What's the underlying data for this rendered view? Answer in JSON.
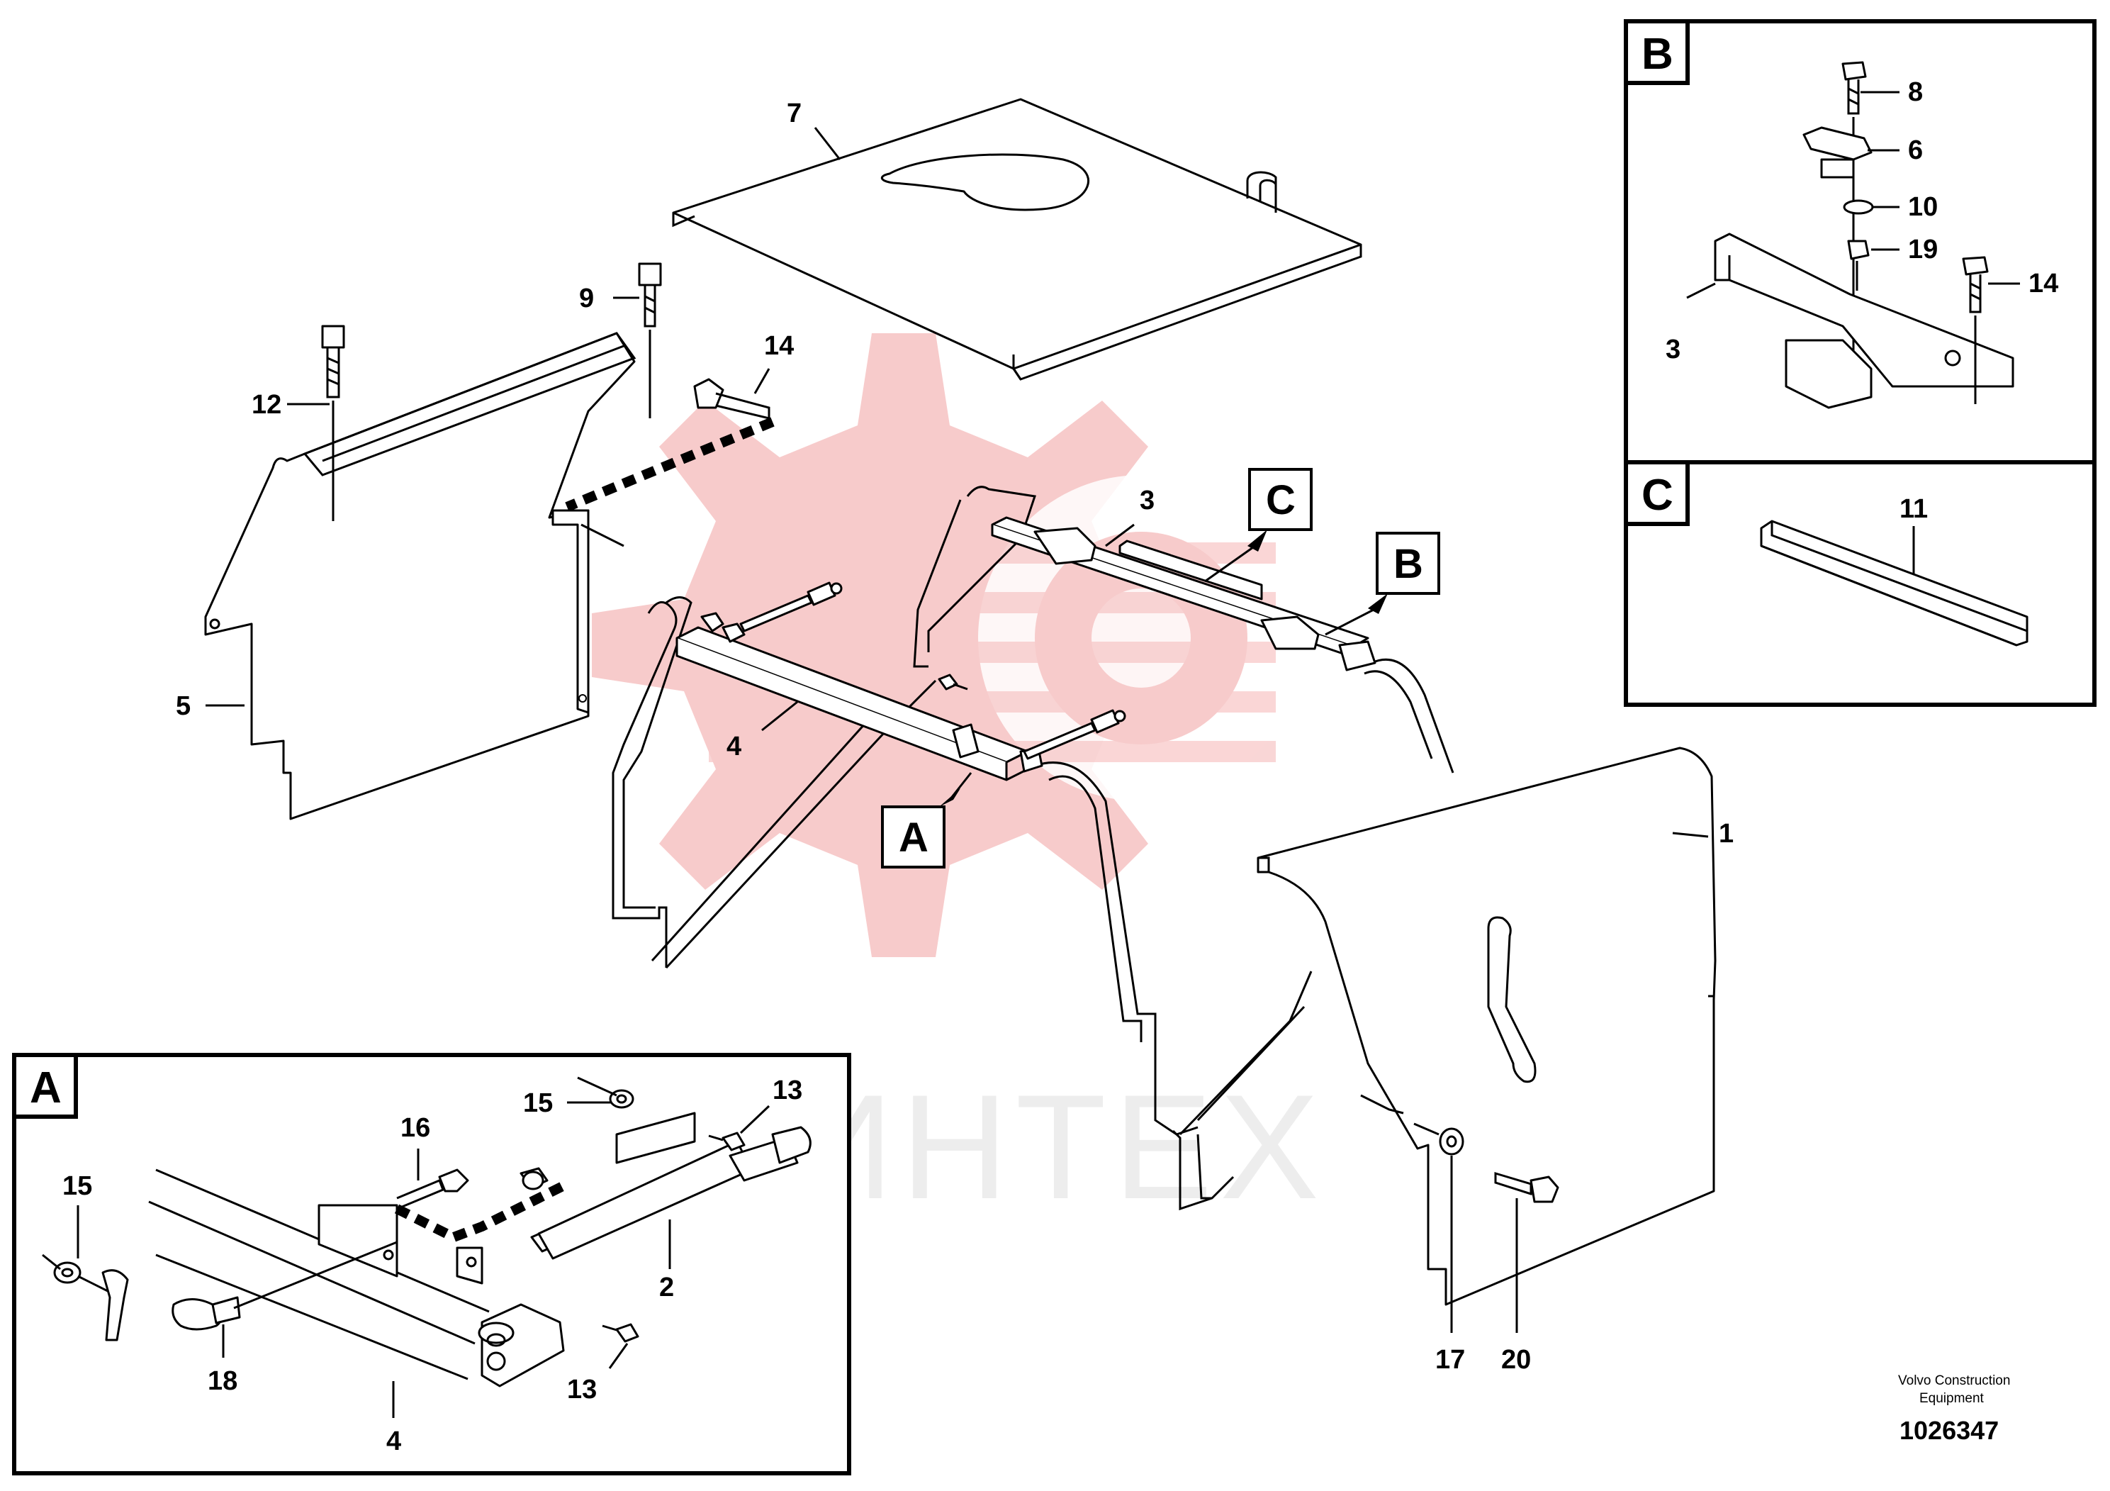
{
  "watermark": {
    "text": "ИНТЕХ",
    "logo_color": "#f7c6c6"
  },
  "insets": {
    "A": {
      "letter": "A"
    },
    "B": {
      "letter": "B"
    },
    "C": {
      "letter": "C"
    }
  },
  "callouts": {
    "A": "A",
    "B": "B",
    "C": "C"
  },
  "main_labels": {
    "l1": "1",
    "l3": "3",
    "l4": "4",
    "l5": "5",
    "l7": "7",
    "l9": "9",
    "l12": "12",
    "l14": "14",
    "l17": "17",
    "l20": "20"
  },
  "inset_b_labels": {
    "l8": "8",
    "l6": "6",
    "l10": "10",
    "l19": "19",
    "l14": "14",
    "l3": "3"
  },
  "inset_c_labels": {
    "l11": "11"
  },
  "inset_a_labels": {
    "l15a": "15",
    "l15b": "15",
    "l16": "16",
    "l13a": "13",
    "l13b": "13",
    "l2": "2",
    "l18": "18",
    "l4": "4"
  },
  "footer": {
    "company_line1": "Volvo Construction",
    "company_line2": "Equipment",
    "drawing_number": "1026347"
  }
}
